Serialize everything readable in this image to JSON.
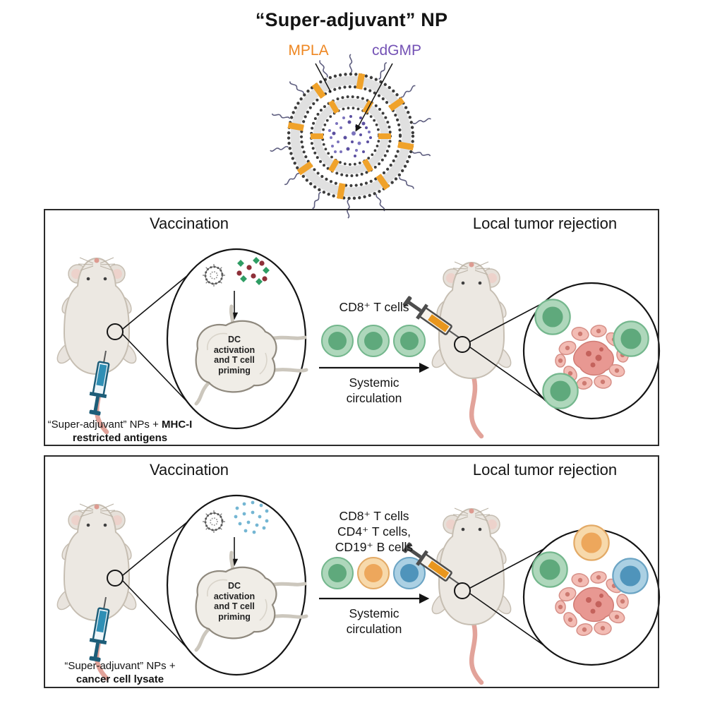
{
  "top": {
    "title": "“Super-adjuvant” NP",
    "mpla_label": "MPLA",
    "cdgmp_label": "cdGMP"
  },
  "colors": {
    "mpla_orange": "#EE8722",
    "cdgmp_purple": "#7452B5",
    "t_cell_green": "#5FA97C",
    "t_cell_orange": "#EDA75C",
    "b_cell_blue": "#4F94BB",
    "tumor_pink": "#E89892",
    "syringe_blue": "#2F8FB5",
    "syringe_orange": "#E8961E"
  },
  "icons": {
    "nanoparticle": "liposome-nanoparticle-icon",
    "syringe": "syringe-icon",
    "lymph_node": "lymph-node-icon",
    "mouse": "mouse-icon"
  },
  "panel1": {
    "vaccination_title": "Vaccination",
    "rejection_title": "Local tumor rejection",
    "lymph_node_text": "DC\nactivation\nand T cell\npriming",
    "cells_label": "CD8⁺ T cells",
    "arrow_label": "Systemic\ncirculation",
    "caption_normal": "“Super-adjuvant” NPs + ",
    "caption_bold": "MHC-I restricted antigens"
  },
  "panel2": {
    "vaccination_title": "Vaccination",
    "rejection_title": "Local tumor rejection",
    "lymph_node_text": "DC\nactivation\nand T cell\npriming",
    "cells_label": "CD8⁺ T cells\nCD4⁺ T cells,\nCD19⁺ B cells",
    "arrow_label": "Systemic\ncirculation",
    "caption_normal": "“Super-adjuvant” NPs +",
    "caption_bold": "cancer cell lysate"
  }
}
